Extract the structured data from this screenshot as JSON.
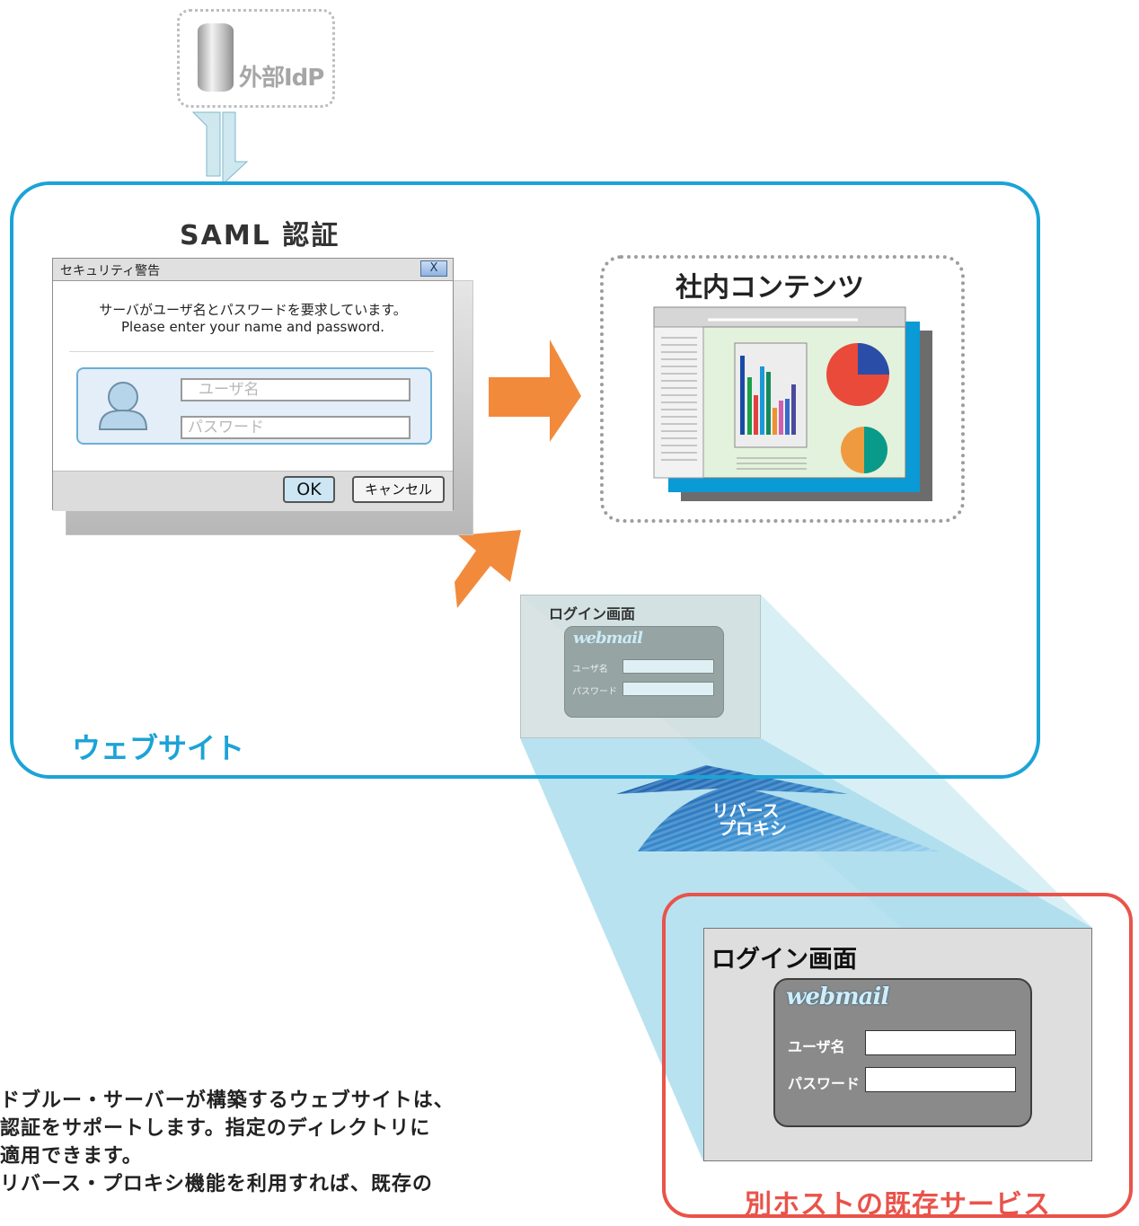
{
  "idp": {
    "label": "外部IdP"
  },
  "website": {
    "label": "ウェブサイト"
  },
  "saml": {
    "title": "SAML 認証"
  },
  "dialog": {
    "title": "セキュリティ警告",
    "close_label": "X",
    "message_ja": "サーバがユーザ名とパスワードを要求しています。",
    "message_en": "Please enter your name and password.",
    "username_placeholder": "ユーザ名",
    "password_placeholder": "パスワード",
    "ok_label": "OK",
    "cancel_label": "キャンセル"
  },
  "content": {
    "title": "社内コンテンツ"
  },
  "proxy": {
    "line1": "リバース",
    "line2": "プロキシ"
  },
  "proxied_login": {
    "title": "ログイン画面",
    "logo": "webmail",
    "username_label": "ユーザ名",
    "password_label": "パスワード"
  },
  "host": {
    "label": "別ホストの既存サービス",
    "login_title": "ログイン画面",
    "logo": "webmail",
    "username_label": "ユーザ名",
    "password_label": "パスワード"
  },
  "description": {
    "lines": [
      "ドブルー・サーバーが構築するウェブサイトは、",
      "認証をサポートします。指定のディレクトリに",
      "適用できます。",
      "リバース・プロキシ機能を利用すれば、既存の"
    ]
  },
  "colors": {
    "website_blue": "#1ba3d6",
    "host_red": "#e9534a",
    "arrow_orange": "#f28a3c",
    "idp_gray": "#a6a6a6"
  }
}
